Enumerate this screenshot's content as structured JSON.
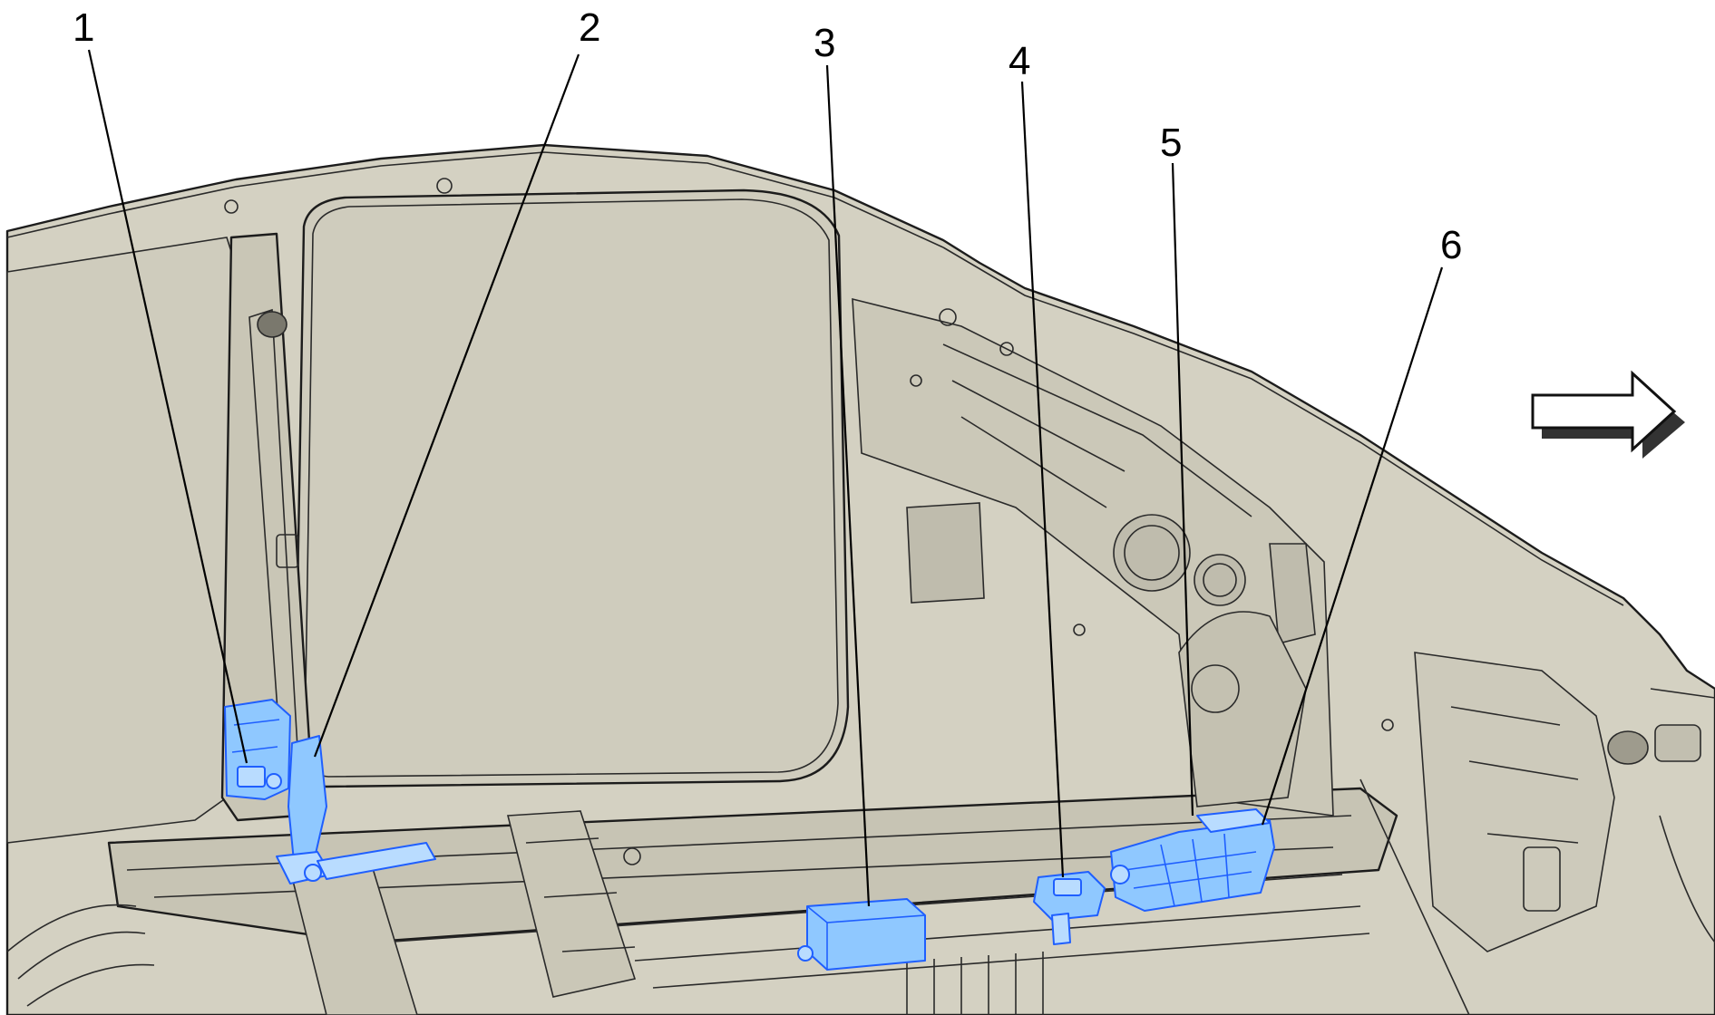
{
  "colors": {
    "body_fill": "#d4d1c2",
    "window_fill": "#cfccbd",
    "outline": "#1c1c1c",
    "component_fill": "#8fc8ff",
    "component_stroke": "#1f5fff",
    "label": "#000000",
    "background": "#ffffff"
  },
  "callouts": [
    {
      "id": "1",
      "label": "1",
      "component": "side-impact-sensor-b-pillar"
    },
    {
      "id": "2",
      "label": "2",
      "component": "seat-belt-pretensioner"
    },
    {
      "id": "3",
      "label": "3",
      "component": "module-under-seat"
    },
    {
      "id": "4",
      "label": "4",
      "component": "sensor-bracket"
    },
    {
      "id": "5",
      "label": "5",
      "component": "control-module-upper"
    },
    {
      "id": "6",
      "label": "6",
      "component": "control-module-lower"
    }
  ],
  "direction_icon": "forward-arrow-icon"
}
